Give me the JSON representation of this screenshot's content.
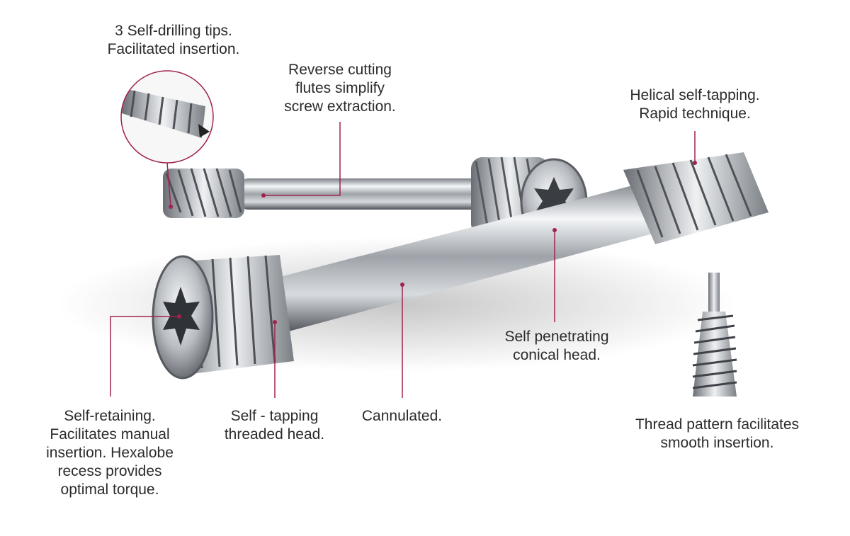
{
  "callouts": {
    "drilling_tips": {
      "lines": [
        "3 Self-drilling tips.",
        "Facilitated insertion."
      ]
    },
    "reverse_cutting": {
      "lines": [
        "Reverse cutting",
        "flutes simplify",
        "screw extraction."
      ]
    },
    "helical": {
      "lines": [
        "Helical self-tapping.",
        "Rapid technique."
      ]
    },
    "conical_head": {
      "lines": [
        "Self penetrating",
        "conical head."
      ]
    },
    "thread_pattern": {
      "lines": [
        "Thread pattern facilitates",
        "smooth insertion."
      ]
    },
    "self_retaining": {
      "lines": [
        "Self-retaining.",
        "Facilitates manual",
        "insertion. Hexalobe",
        "recess provides",
        "optimal torque."
      ]
    },
    "self_tapping_head": {
      "lines": [
        "Self - tapping",
        "threaded head."
      ]
    },
    "cannulated": {
      "lines": [
        "Cannulated."
      ]
    }
  },
  "colors": {
    "leader": "#a0234e",
    "text": "#2b2b2b",
    "metal_dark": "#5c6066",
    "metal_light": "#f2f4f6"
  }
}
